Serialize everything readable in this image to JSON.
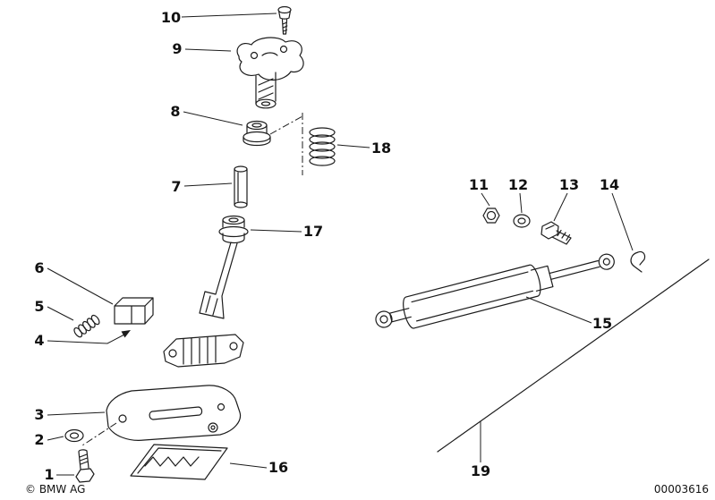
{
  "diagram": {
    "copyright": "© BMW AG",
    "drawing_number": "00003616",
    "colors": {
      "line": "#1c1c1c",
      "background": "#ffffff"
    },
    "parts": [
      {
        "label": "1"
      },
      {
        "label": "2"
      },
      {
        "label": "3"
      },
      {
        "label": "4"
      },
      {
        "label": "5"
      },
      {
        "label": "6"
      },
      {
        "label": "7"
      },
      {
        "label": "8"
      },
      {
        "label": "9"
      },
      {
        "label": "10"
      },
      {
        "label": "11"
      },
      {
        "label": "12"
      },
      {
        "label": "13"
      },
      {
        "label": "14"
      },
      {
        "label": "15"
      },
      {
        "label": "16"
      },
      {
        "label": "17"
      },
      {
        "label": "18"
      },
      {
        "label": "19"
      }
    ]
  }
}
